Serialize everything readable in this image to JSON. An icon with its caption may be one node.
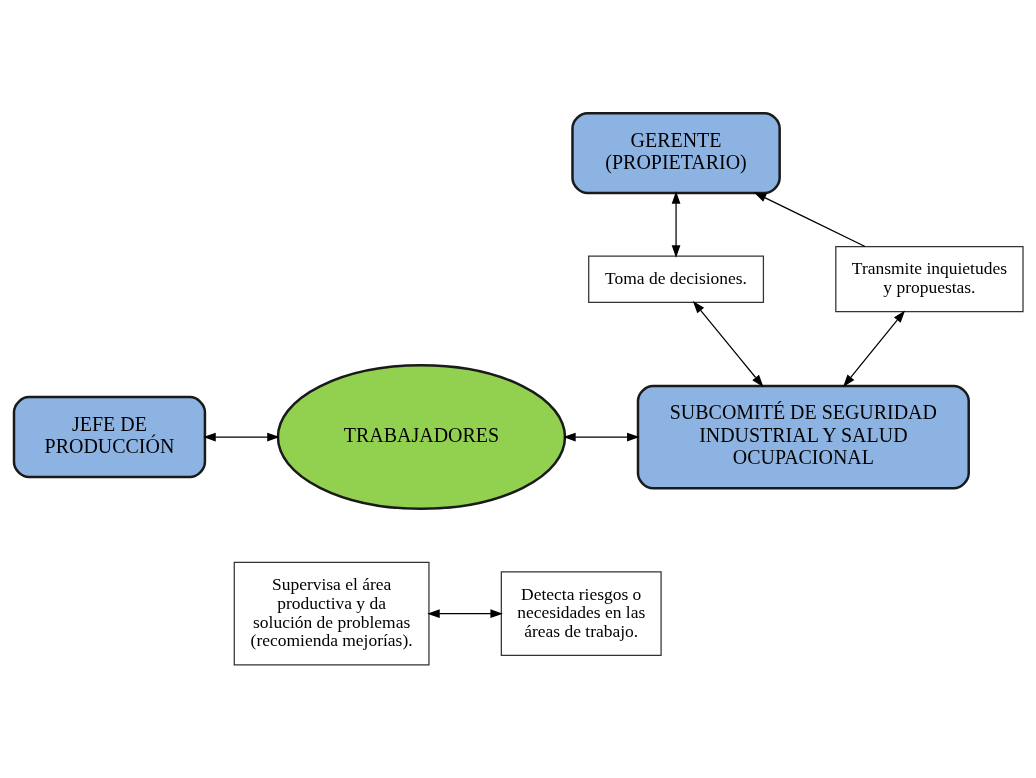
{
  "diagram": {
    "nodes": [
      {
        "text": [
          "GERENTE (PROPIETARIO)"
        ]
      },
      {
        "text": [
          "Toma de decisiones."
        ]
      },
      {
        "text": [
          "Transmite inquietudes y propuestas."
        ]
      },
      {
        "text": [
          "JEFE DE PRODUCCIÓN"
        ]
      },
      {
        "text": [
          "TRABAJADORES"
        ]
      },
      {
        "text": [
          "SUBCOMITÉ DE SEGURIDAD INDUSTRIAL Y SALUD OCUPACIONAL"
        ]
      },
      {
        "text": [
          "Detecta riesgos o necesidades en las áreas de trabajo."
        ]
      },
      {
        "text": [
          "Supervisa el área productiva y da solución de problemas (recomienda mejorías)."
        ]
      }
    ],
    "edges": [
      {
        "from": 0,
        "to": 1,
        "arrow": "both"
      },
      {
        "from": 1,
        "to": 5,
        "arrow": "both"
      },
      {
        "from": 2,
        "to": 5,
        "arrow": "both"
      },
      {
        "from": 2,
        "to": 0,
        "arrow": "to"
      },
      {
        "from": 3,
        "to": 4,
        "arrow": "both"
      },
      {
        "from": 4,
        "to": 5,
        "arrow": "both"
      },
      {
        "from": 7,
        "to": 6,
        "arrow": "both"
      }
    ]
  }
}
